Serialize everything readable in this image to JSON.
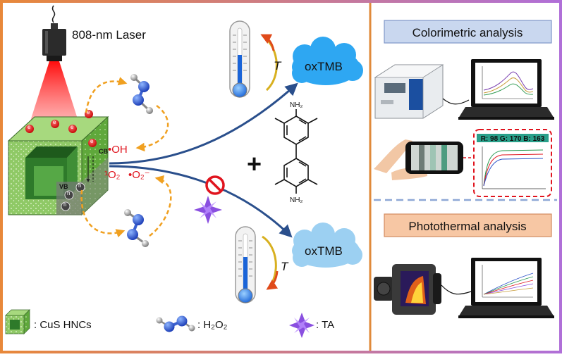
{
  "left": {
    "laser_label": "808-nm Laser",
    "radical_oh": "•OH",
    "singlet_o2": "¹O₂",
    "superoxide": "•O₂⁻",
    "cb_label": "CB",
    "vb_label": "VB",
    "hole": "h",
    "electron": "e",
    "temp_symbol": "T",
    "oxtmb_top": "oxTMB",
    "oxtmb_bottom": "oxTMB",
    "plus_sign": "+",
    "nh2_top": "NH₂",
    "nh2_bottom": "NH₂"
  },
  "legend": {
    "cus": ": CuS HNCs",
    "h2o2": ": H₂O₂",
    "ta": ": TA"
  },
  "right": {
    "colorimetric_title": "Colorimetric analysis",
    "photothermal_title": "Photothermal analysis",
    "rgb_readout": "R: 98   G: 170   B: 163"
  },
  "colors": {
    "border_gradient_left": "#e8883a",
    "border_gradient_right": "#b06fd8",
    "divider": "#e08a3a",
    "background": "#ffffff",
    "cube_green": "#8fc966",
    "cube_dark": "#2e7a2a",
    "radical_red": "#e0141e",
    "arrow_navy": "#2a4f8c",
    "arrow_orange": "#f0a020",
    "cloud_blue": "#2ea7f2",
    "cloud_light": "#9cd0f2",
    "title_box_blue": "#c9d7ef",
    "title_box_orange": "#f7c7a4",
    "dashed_separator": "#8ea7d6"
  }
}
